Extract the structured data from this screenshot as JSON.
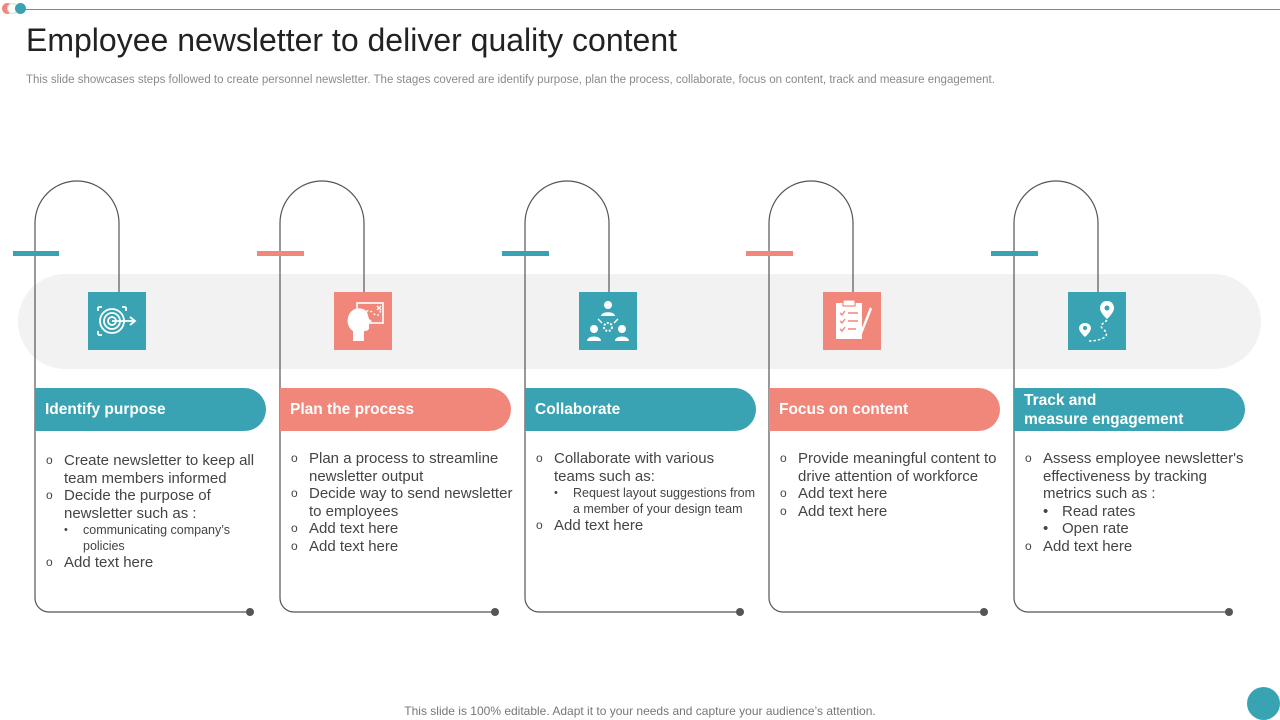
{
  "title": "Employee newsletter to deliver quality content",
  "subtitle": "This slide showcases steps followed to create personnel newsletter. The stages covered are identify purpose, plan the process, collaborate, focus on content, track and measure engagement.",
  "footer": "This slide is 100% editable. Adapt it to your needs and capture your audience’s attention.",
  "colors": {
    "teal": "#3aa3b3",
    "coral": "#f0877a",
    "band": "#f2f2f2",
    "line": "#555555"
  },
  "steps": [
    {
      "title_line1": "Identify purpose",
      "title_line2": "",
      "icon": "target-icon",
      "color": "#3aa3b3",
      "items": [
        {
          "text": "Create newsletter to keep all team members informed"
        },
        {
          "text": "Decide the purpose of newsletter such as :"
        },
        {
          "text": "communicating company’s policies"
        },
        {
          "text": "Add text here"
        }
      ]
    },
    {
      "title_line1": "Plan the process",
      "title_line2": "",
      "icon": "head-strategy-icon",
      "color": "#f0877a",
      "items": [
        {
          "text": "Plan a process to streamline newsletter output"
        },
        {
          "text": "Decide way to send newsletter to employees"
        },
        {
          "text": "Add text here"
        },
        {
          "text": "Add text here"
        }
      ]
    },
    {
      "title_line1": "Collaborate",
      "title_line2": "",
      "icon": "team-collaboration-icon",
      "color": "#3aa3b3",
      "items": [
        {
          "text": "Collaborate with various teams such as:"
        },
        {
          "text": "Request layout suggestions from a member of your design team"
        },
        {
          "text": "Add text here"
        }
      ]
    },
    {
      "title_line1": "Focus on content",
      "title_line2": "",
      "icon": "clipboard-checklist-icon",
      "color": "#f0877a",
      "items": [
        {
          "text": "Provide meaningful content to drive attention of workforce"
        },
        {
          "text": "Add text here"
        },
        {
          "text": "Add text here"
        }
      ]
    },
    {
      "title_line1": "Track and",
      "title_line2": "measure engagement",
      "icon": "route-pin-icon",
      "color": "#3aa3b3",
      "items": [
        {
          "text": "Assess employee newsletter's effectiveness by tracking metrics such as :"
        },
        {
          "text": "Read rates"
        },
        {
          "text": "Open rate"
        },
        {
          "text": "Add text here"
        }
      ]
    }
  ]
}
